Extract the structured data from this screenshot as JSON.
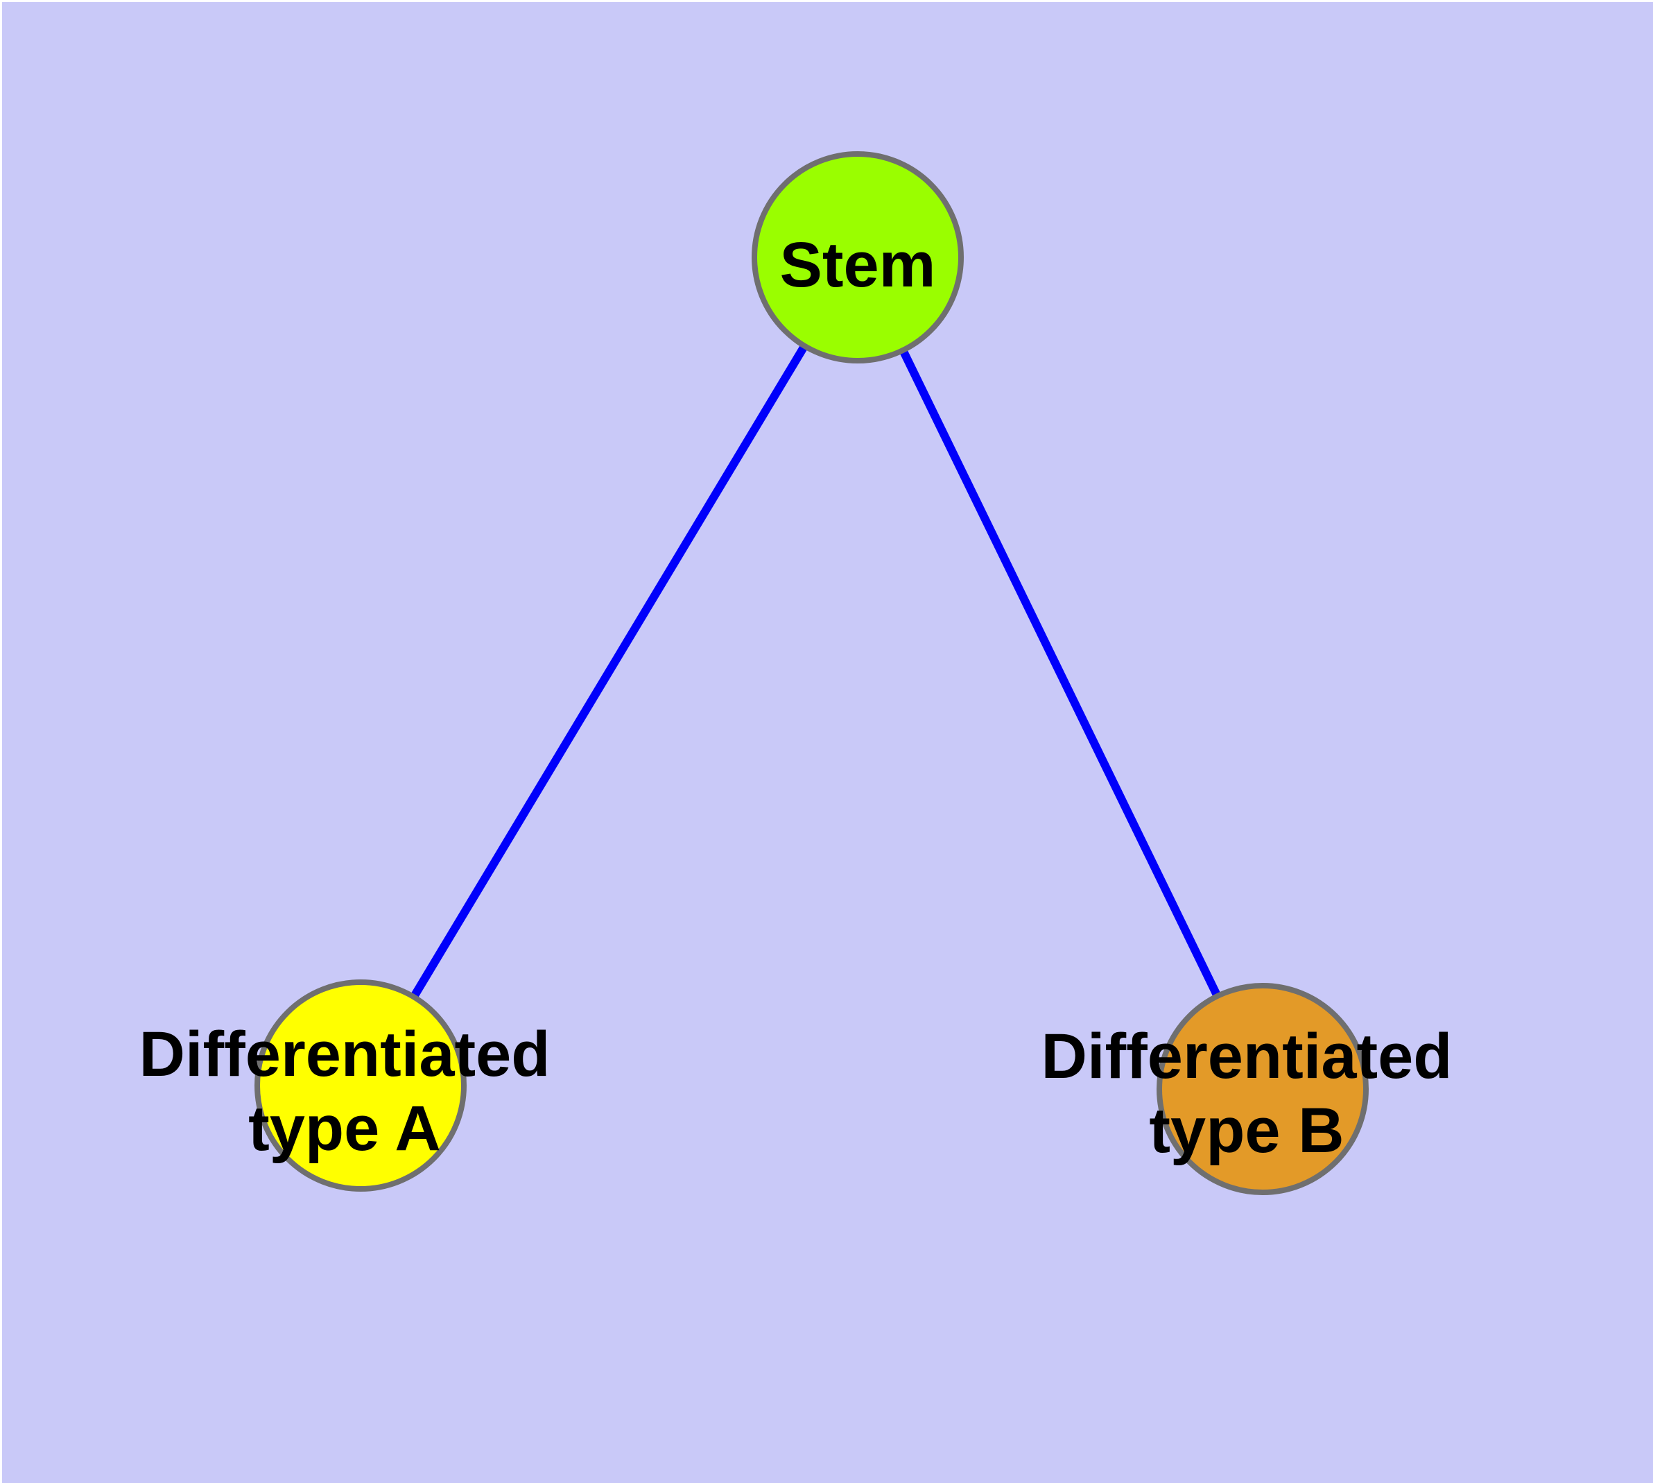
{
  "diagram": {
    "type": "graph",
    "description": "Cell differentiation tree: a stem node with two differentiated child types",
    "background_color": "#C9C9F8",
    "frame_color": "#FFFFFF",
    "edge_color": "#0000FB",
    "node_border_color": "#6F6F6F",
    "label_color": "#000000",
    "nodes": {
      "stem": {
        "label": "Stem",
        "fill": "#9AFE00"
      },
      "type_a": {
        "label_line1": "Differentiated",
        "label_line2": "type A",
        "fill": "#FFFF00"
      },
      "type_b": {
        "label_line1": "Differentiated",
        "label_line2": "type B",
        "fill": "#E39A28"
      }
    },
    "edges": [
      {
        "from": "Stem",
        "to": "Differentiated type A"
      },
      {
        "from": "Stem",
        "to": "Differentiated type B"
      }
    ]
  }
}
